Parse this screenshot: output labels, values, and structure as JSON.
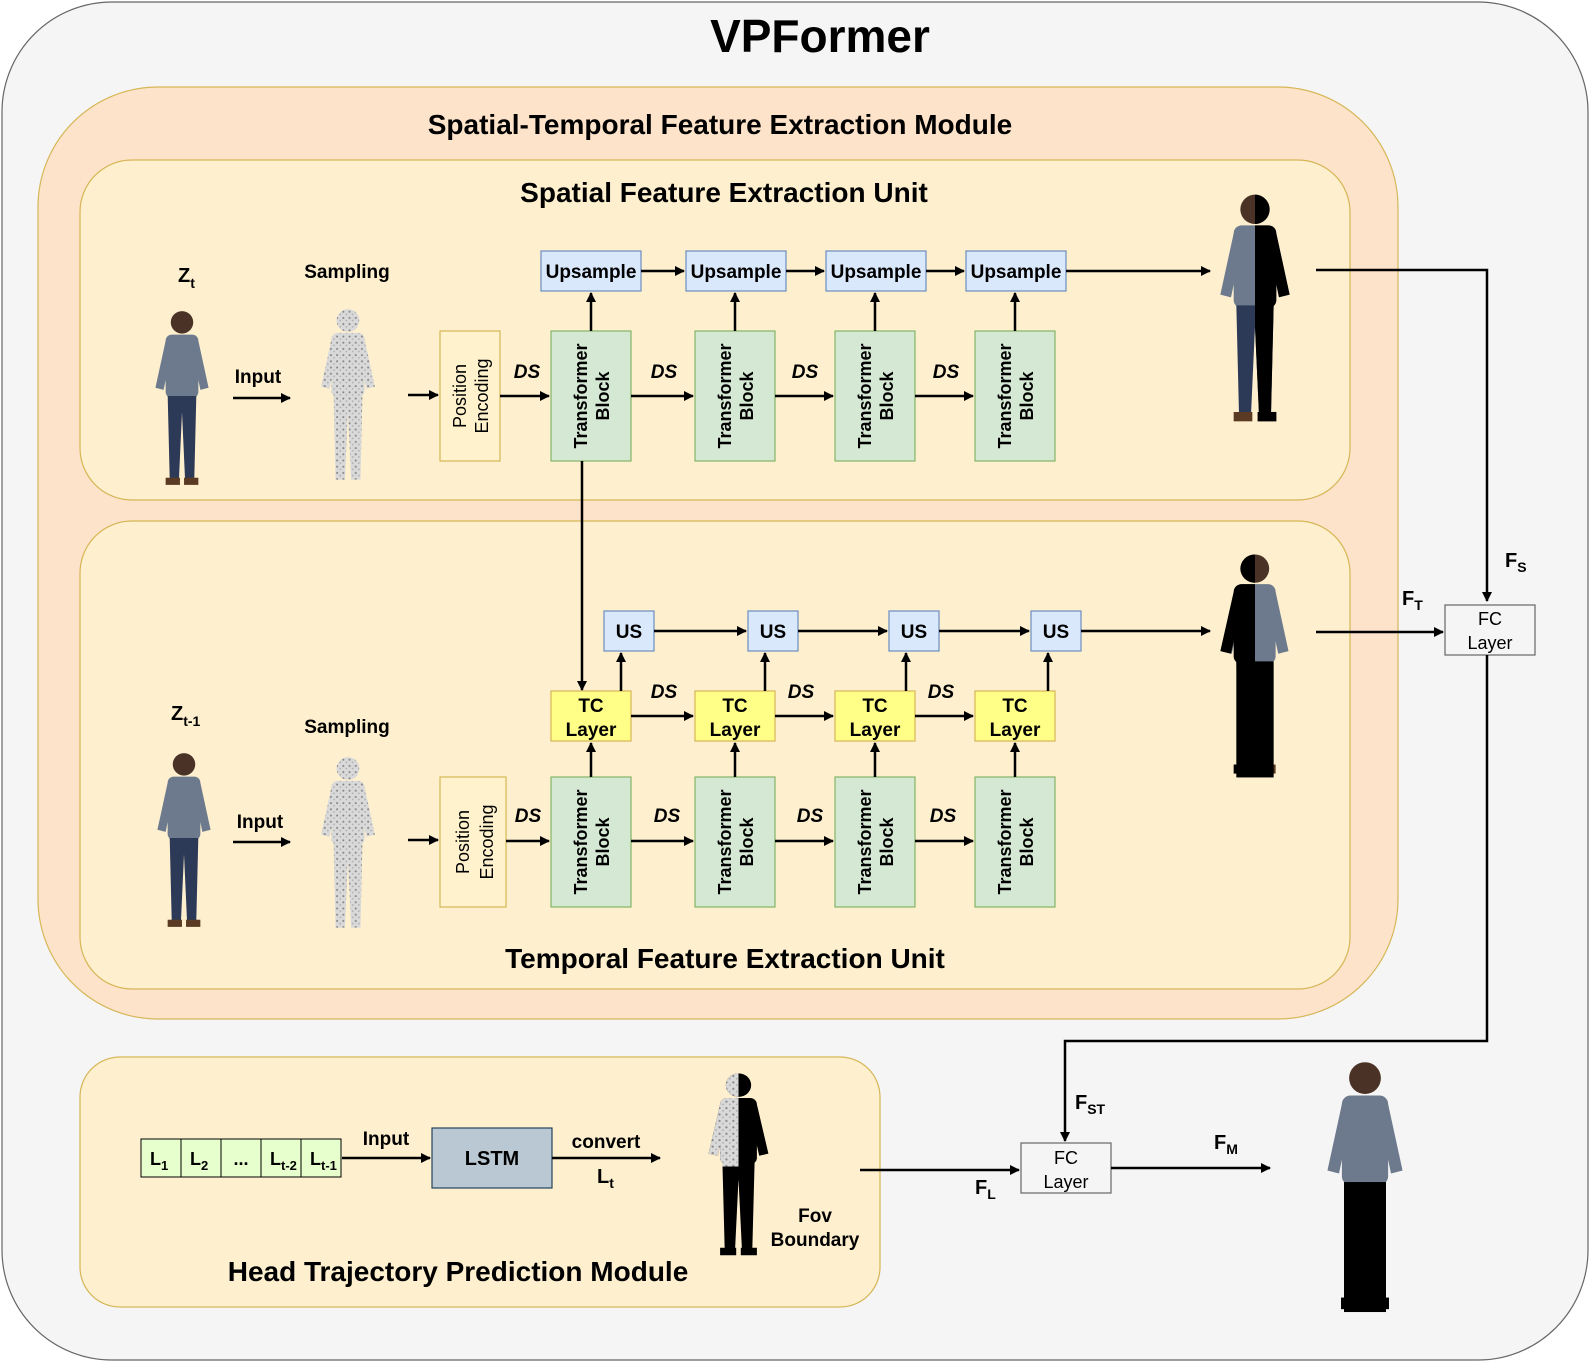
{
  "title": "VPFormer",
  "st_module": {
    "title": "Spatial-Temporal Feature Extraction Module"
  },
  "spatial_unit": {
    "title": "Spatial Feature Extraction Unit",
    "z_label": "Z",
    "z_sub": "t",
    "input_label": "Input",
    "sampling_label": "Sampling",
    "pos_enc": [
      "Position",
      "Encoding"
    ],
    "ds_label": "DS",
    "transformer_block": [
      "Transformer",
      "Block"
    ],
    "upsample_label": "Upsample"
  },
  "temporal_unit": {
    "title": "Temporal Feature Extraction Unit",
    "z_label": "Z",
    "z_sub": "t-1",
    "input_label": "Input",
    "sampling_label": "Sampling",
    "pos_enc": [
      "Position",
      "Encoding"
    ],
    "ds_label": "DS",
    "transformer_block": [
      "Transformer",
      "Block"
    ],
    "tc_layer": [
      "TC",
      "Layer"
    ],
    "us_label": "US"
  },
  "fc_top": {
    "lines": [
      "FC",
      "Layer"
    ],
    "fs": "F",
    "fs_sub": "S",
    "ft": "F",
    "ft_sub": "T"
  },
  "head_module": {
    "title": "Head Trajectory Prediction Module",
    "seq": [
      {
        "main": "L",
        "sub": "1"
      },
      {
        "main": "L",
        "sub": "2"
      },
      {
        "main": "...",
        "sub": ""
      },
      {
        "main": "L",
        "sub": "t-2"
      },
      {
        "main": "L",
        "sub": "t-1"
      }
    ],
    "input_label": "Input",
    "lstm_label": "LSTM",
    "convert_label": "convert",
    "lt": "L",
    "lt_sub": "t",
    "fov": [
      "Fov",
      "Boundary"
    ]
  },
  "fc_bottom": {
    "lines": [
      "FC",
      "Layer"
    ],
    "fst": "F",
    "fst_sub": "ST",
    "fl": "F",
    "fl_sub": "L",
    "fm": "F",
    "fm_sub": "M"
  },
  "colors": {
    "outer_bg": "#f5f5f5",
    "module_bg": "#fde3c9",
    "unit_bg": "#fef0cf",
    "transformer": "#d5e8d4",
    "transformer_stroke": "#82b366",
    "upsample": "#dae8fc",
    "upsample_stroke": "#6c8ebf",
    "tc": "#ffff88",
    "lstm": "#bac8d3",
    "seq": "#e6ffcc"
  }
}
